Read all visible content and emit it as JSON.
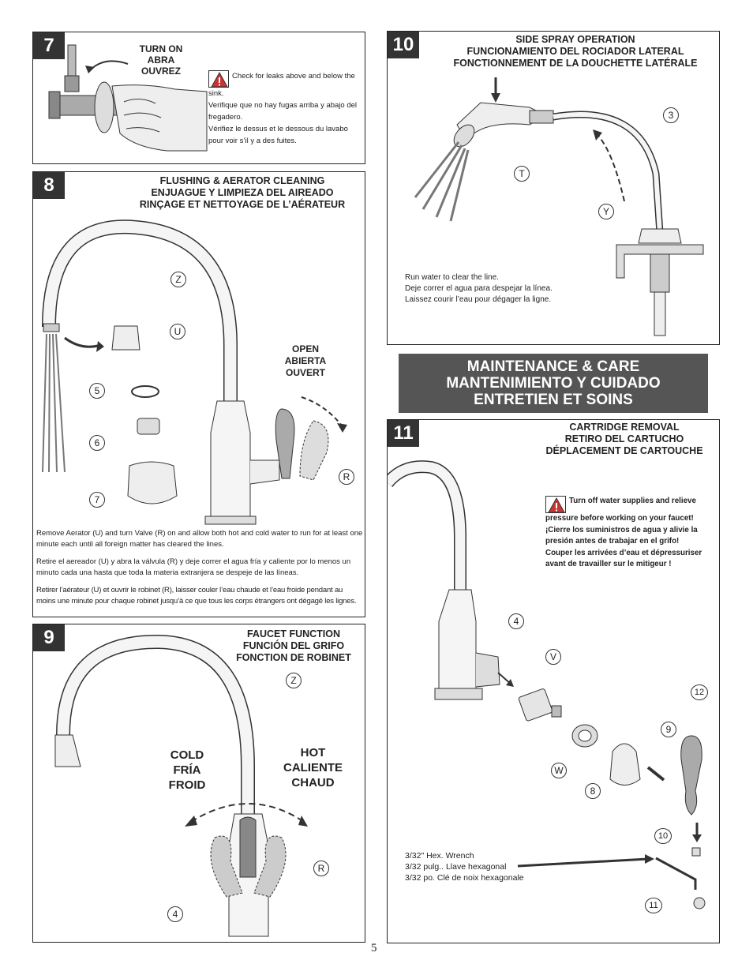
{
  "page_number": "5",
  "p7": {
    "num": "7",
    "turn_on": [
      "TURN ON",
      "ABRA",
      "OUVREZ"
    ],
    "text": [
      "Check for leaks above and below the sink.",
      "Verifique que no hay fugas arriba y abajo del fregadero.",
      "Vérifiez  le dessus et le dessous du lavabo pour voir s’il y a des fuites."
    ]
  },
  "p8": {
    "num": "8",
    "title": [
      "FLUSHING & AERATOR CLEANING",
      "ENJUAGUE Y LIMPIEZA DEL AIREADO",
      "RINÇAGE ET NETTOYAGE DE L’AÉRATEUR"
    ],
    "open": [
      "OPEN",
      "ABIERTA",
      "OUVERT"
    ],
    "callouts": {
      "z": "Z",
      "u": "U",
      "c5": "5",
      "c6": "6",
      "c7": "7",
      "r": "R"
    },
    "text": [
      "Remove Aerator (U) and turn Valve (R) on and allow both hot and cold water to run for at least one minute each until all foreign matter has cleared the lines.",
      "Retire el aereador (U) y abra la válvula (R) y deje correr el agua fría y caliente por lo menos un minuto cada una hasta que toda la materia extranjera se despeje de las líneas.",
      "Retirer l’aérateur (U) et ouvrir le robinet (R), laisser couler l’eau chaude et l’eau froide pendant au moins une minute pour chaque robinet jusqu’à ce que tous les corps étrangers ont dégagé les lignes."
    ]
  },
  "p9": {
    "num": "9",
    "title": [
      "FAUCET FUNCTION",
      "FUNCIÓN DEL GRIFO",
      "FONCTION DE ROBINET"
    ],
    "cold": [
      "COLD",
      "FRÍA",
      "FROID"
    ],
    "hot": [
      "HOT",
      "CALIENTE",
      "CHAUD"
    ],
    "callouts": {
      "z": "Z",
      "r": "R",
      "c4": "4"
    }
  },
  "p10": {
    "num": "10",
    "title": [
      "SIDE SPRAY OPERATION",
      "FUNCIONAMIENTO DEL ROCIADOR LATERAL",
      "FONCTIONNEMENT DE LA DOUCHETTE LATÉRALE"
    ],
    "callouts": {
      "c3": "3",
      "t": "T",
      "y": "Y"
    },
    "text": [
      "Run water to clear the line.",
      "Deje correr el agua para despejar la línea.",
      "Laissez courir l’eau pour dégager la ligne."
    ]
  },
  "maintenance": [
    "MAINTENANCE & CARE",
    "MANTENIMIENTO Y CUIDADO",
    "ENTRETIEN ET SOINS"
  ],
  "p11": {
    "num": "11",
    "title": [
      "CARTRIDGE REMOVAL",
      "RETIRO DEL CARTUCHO",
      "DÉPLACEMENT DE CARTOUCHE"
    ],
    "warning": [
      "Turn off water supplies and relieve pressure before working on your faucet!",
      "¡Cierre los suministros de agua y alivie la presión antes de trabajar en el grifo!",
      "Couper les arrivées d’eau et dépressuriser avant de travailler sur le mitigeur !"
    ],
    "callouts": {
      "c4": "4",
      "v": "V",
      "c12": "12",
      "c9": "9",
      "w": "W",
      "c8": "8",
      "c10": "10",
      "c11": "11"
    },
    "wrench_frac": "3/32",
    "wrench": [
      "\" Hex. Wrench",
      " pulg.. Llave hexagonal",
      " po. Clé de noix hexagonale"
    ]
  }
}
